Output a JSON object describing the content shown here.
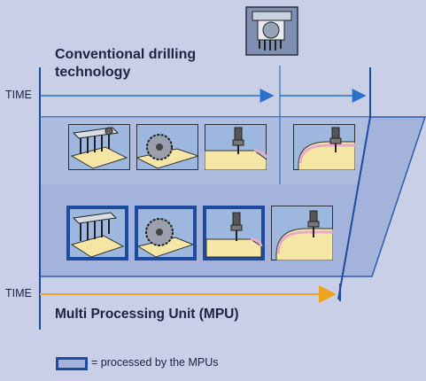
{
  "top_label": "Conventional drilling technology",
  "top_label_line1": "Conventional drilling",
  "top_label_line2": "technology",
  "time_label_top": "TIME",
  "time_label_bottom": "TIME",
  "bottom_label": "Multi Processing Unit (MPU)",
  "legend": {
    "text": "= processed by the MPUs"
  },
  "colors": {
    "background": "#c9cfe7",
    "panel": "#a3b3db",
    "axis_blue": "#1d4ba0",
    "arrow_blue": "#2b70c9",
    "arrow_orange": "#f0a321",
    "mpu_frame": "#1d4ba0"
  },
  "icons": {
    "top_row": [
      "drilling-unit-icon",
      "saw-blade-icon",
      "router-edge-icon",
      "router-curve-icon"
    ],
    "bottom_row": [
      "drilling-unit-icon",
      "saw-blade-icon",
      "router-edge-icon",
      "router-curve-icon"
    ],
    "header": "machine-head-icon"
  }
}
